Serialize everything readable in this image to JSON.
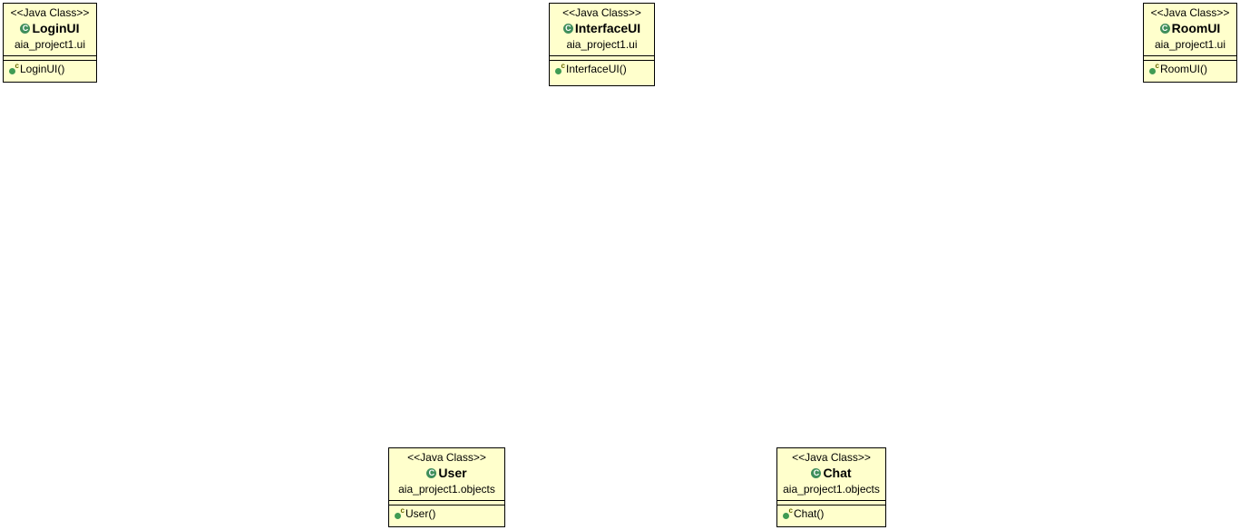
{
  "classes": [
    {
      "id": "loginui",
      "stereotype": "<<Java Class>>",
      "name": "LoginUI",
      "package": "aia_project1.ui",
      "operations": [
        "LoginUI()"
      ]
    },
    {
      "id": "interfaceui",
      "stereotype": "<<Java Class>>",
      "name": "InterfaceUI",
      "package": "aia_project1.ui",
      "operations": [
        "InterfaceUI()"
      ]
    },
    {
      "id": "roomui",
      "stereotype": "<<Java Class>>",
      "name": "RoomUI",
      "package": "aia_project1.ui",
      "operations": [
        "RoomUI()"
      ]
    },
    {
      "id": "user",
      "stereotype": "<<Java Class>>",
      "name": "User",
      "package": "aia_project1.objects",
      "operations": [
        "User()"
      ]
    },
    {
      "id": "chat",
      "stereotype": "<<Java Class>>",
      "name": "Chat",
      "package": "aia_project1.objects",
      "operations": [
        "Chat()"
      ]
    }
  ],
  "icons": {
    "class": "class-c-icon",
    "constructor": "constructor-icon"
  },
  "colors": {
    "class_fill": "#ffffcc",
    "border": "#000000",
    "icon_green": "#3f8e5b"
  }
}
